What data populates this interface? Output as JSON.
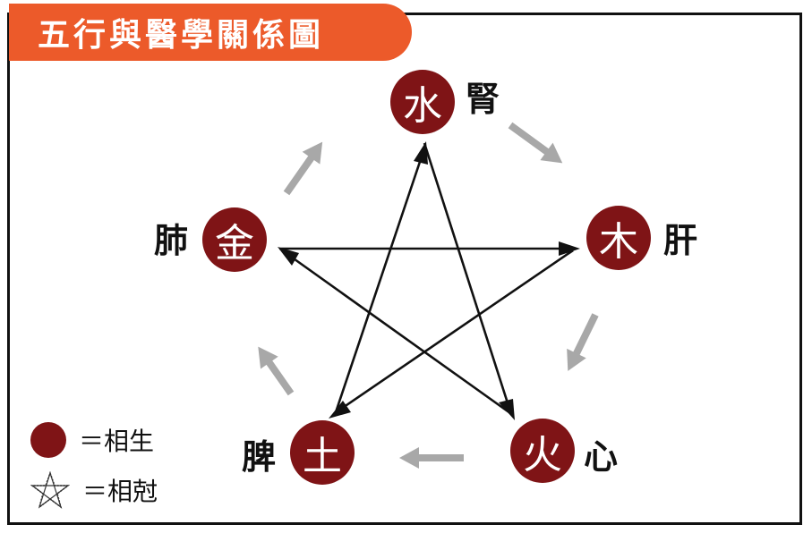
{
  "title": "五行與醫學關係圖",
  "elements": {
    "water": {
      "element": "水",
      "organ": "腎"
    },
    "wood": {
      "element": "木",
      "organ": "肝"
    },
    "fire": {
      "element": "火",
      "organ": "心"
    },
    "earth": {
      "element": "土",
      "organ": "脾"
    },
    "metal": {
      "element": "金",
      "organ": "肺"
    }
  },
  "legend": {
    "generating": "＝相生",
    "overcoming": "＝相尅"
  },
  "colors": {
    "title_bg": "#ec5a2a",
    "node": "#7f1416",
    "generating_arrow": "#a8a8a8",
    "overcoming_arrow": "#111111"
  }
}
